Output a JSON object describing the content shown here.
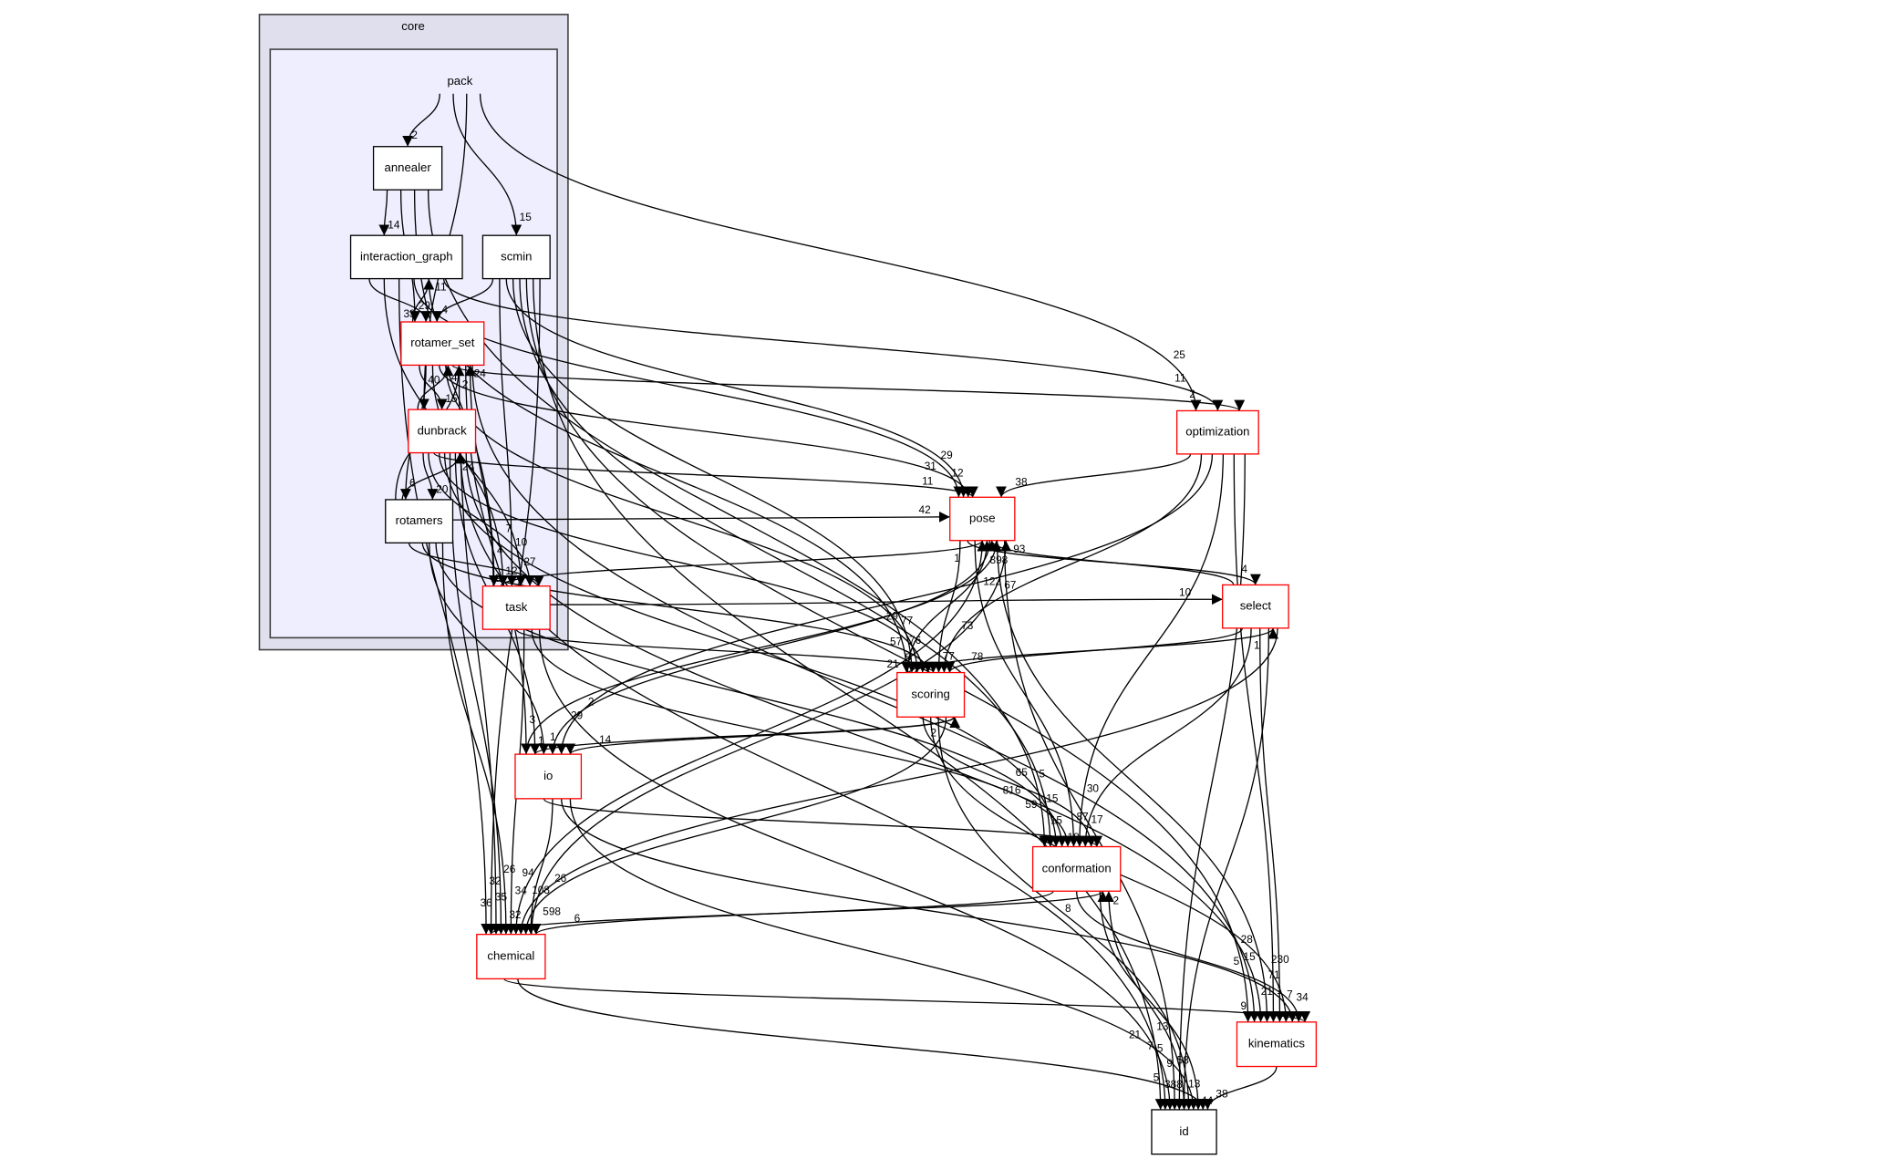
{
  "clusters": [
    {
      "id": "core",
      "label": "core",
      "fill": "#dfdfee",
      "stroke": "#404040"
    },
    {
      "id": "pack",
      "label": "pack",
      "fill": "#eeeeff",
      "stroke": "#404040"
    }
  ],
  "colors": {
    "edge": "#000000",
    "node_border_default": "#000000",
    "node_border_highlight": "#ff0000",
    "node_fill": "#ffffff"
  },
  "nodes": [
    {
      "id": "annealer",
      "label": "annealer",
      "border": "black"
    },
    {
      "id": "interaction_graph",
      "label": "interaction_graph",
      "border": "black"
    },
    {
      "id": "scmin",
      "label": "scmin",
      "border": "black"
    },
    {
      "id": "rotamer_set",
      "label": "rotamer_set",
      "border": "red"
    },
    {
      "id": "dunbrack",
      "label": "dunbrack",
      "border": "red"
    },
    {
      "id": "rotamers",
      "label": "rotamers",
      "border": "black"
    },
    {
      "id": "task",
      "label": "task",
      "border": "red"
    },
    {
      "id": "optimization",
      "label": "optimization",
      "border": "red"
    },
    {
      "id": "pose",
      "label": "pose",
      "border": "red"
    },
    {
      "id": "select",
      "label": "select",
      "border": "red"
    },
    {
      "id": "scoring",
      "label": "scoring",
      "border": "red"
    },
    {
      "id": "io",
      "label": "io",
      "border": "red"
    },
    {
      "id": "conformation",
      "label": "conformation",
      "border": "red"
    },
    {
      "id": "chemical",
      "label": "chemical",
      "border": "red"
    },
    {
      "id": "kinematics",
      "label": "kinematics",
      "border": "red"
    },
    {
      "id": "id",
      "label": "id",
      "border": "black"
    }
  ],
  "edges": [
    {
      "from": "pack",
      "to": "annealer",
      "label": "2"
    },
    {
      "from": "pack",
      "to": "scmin",
      "label": "15"
    },
    {
      "from": "pack",
      "to": "dunbrack",
      "label": "40"
    },
    {
      "from": "pack",
      "to": "optimization",
      "label": "25"
    },
    {
      "from": "annealer",
      "to": "interaction_graph",
      "label": "14"
    },
    {
      "from": "annealer",
      "to": "rotamer_set",
      "label": "29"
    },
    {
      "from": "annealer",
      "to": "task",
      "label": "4"
    },
    {
      "from": "annealer",
      "to": "conformation",
      "label": "5"
    },
    {
      "from": "interaction_graph",
      "to": "rotamer_set",
      "label": "33"
    },
    {
      "from": "rotamer_set",
      "to": "interaction_graph",
      "label": "11"
    },
    {
      "from": "interaction_graph",
      "to": "task",
      "label": "12"
    },
    {
      "from": "interaction_graph",
      "to": "chemical",
      "label": "32"
    },
    {
      "from": "interaction_graph",
      "to": "pose",
      "label": "29"
    },
    {
      "from": "interaction_graph",
      "to": "scoring",
      "label": "77"
    },
    {
      "from": "interaction_graph",
      "to": "optimization",
      "label": "11"
    },
    {
      "from": "scmin",
      "to": "rotamer_set",
      "label": "4"
    },
    {
      "from": "scmin",
      "to": "task",
      "label": "10"
    },
    {
      "from": "scmin",
      "to": "pose",
      "label": "12"
    },
    {
      "from": "scmin",
      "to": "scoring",
      "label": "76"
    },
    {
      "from": "scmin",
      "to": "conformation",
      "label": "15"
    },
    {
      "from": "scmin",
      "to": "kinematics",
      "label": "28"
    },
    {
      "from": "scmin",
      "to": "id",
      "label": "13"
    },
    {
      "from": "scmin",
      "to": "chemical",
      "label": "35"
    },
    {
      "from": "rotamer_set",
      "to": "dunbrack",
      "label": "15"
    },
    {
      "from": "dunbrack",
      "to": "rotamer_set",
      "label": "4"
    },
    {
      "from": "rotamer_set",
      "to": "rotamers",
      "label": "6"
    },
    {
      "from": "rotamers",
      "to": "rotamer_set",
      "label": "2"
    },
    {
      "from": "rotamer_set",
      "to": "task",
      "label": "27"
    },
    {
      "from": "task",
      "to": "rotamer_set",
      "label": "24"
    },
    {
      "from": "rotamer_set",
      "to": "pose",
      "label": "31"
    },
    {
      "from": "rotamer_set",
      "to": "scoring",
      "label": "57"
    },
    {
      "from": "rotamer_set",
      "to": "optimization",
      "label": "2"
    },
    {
      "from": "rotamer_set",
      "to": "chemical",
      "label": "36"
    },
    {
      "from": "rotamer_set",
      "to": "io",
      "label": "3"
    },
    {
      "from": "rotamer_set",
      "to": "kinematics",
      "label": "15"
    },
    {
      "from": "dunbrack",
      "to": "rotamers",
      "label": "20"
    },
    {
      "from": "rotamers",
      "to": "dunbrack",
      "label": "24"
    },
    {
      "from": "dunbrack",
      "to": "task",
      "label": "7"
    },
    {
      "from": "dunbrack",
      "to": "pose",
      "label": "11"
    },
    {
      "from": "dunbrack",
      "to": "scoring",
      "label": "29"
    },
    {
      "from": "dunbrack",
      "to": "conformation",
      "label": "59"
    },
    {
      "from": "dunbrack",
      "to": "chemical",
      "label": "26"
    },
    {
      "from": "dunbrack",
      "to": "io",
      "label": "1"
    },
    {
      "from": "dunbrack",
      "to": "id",
      "label": "5"
    },
    {
      "from": "dunbrack",
      "to": "kinematics",
      "label": "5"
    },
    {
      "from": "rotamers",
      "to": "task",
      "label": "9"
    },
    {
      "from": "rotamers",
      "to": "pose",
      "label": "42"
    },
    {
      "from": "rotamers",
      "to": "scoring",
      "label": "5"
    },
    {
      "from": "rotamers",
      "to": "io",
      "label": "1"
    },
    {
      "from": "rotamers",
      "to": "conformation",
      "label": "65"
    },
    {
      "from": "rotamers",
      "to": "chemical",
      "label": "32"
    },
    {
      "from": "task",
      "to": "pose",
      "label": "1"
    },
    {
      "from": "task",
      "to": "select",
      "label": "10"
    },
    {
      "from": "task",
      "to": "scoring",
      "label": "21"
    },
    {
      "from": "task",
      "to": "chemical",
      "label": "34"
    },
    {
      "from": "task",
      "to": "conformation",
      "label": "15"
    },
    {
      "from": "task",
      "to": "id",
      "label": "7"
    },
    {
      "from": "pose",
      "to": "scoring",
      "label": "77"
    },
    {
      "from": "scoring",
      "to": "pose",
      "label": "898"
    },
    {
      "from": "pose",
      "to": "select",
      "label": "4"
    },
    {
      "from": "select",
      "to": "pose",
      "label": "93"
    },
    {
      "from": "pose",
      "to": "conformation",
      "label": "87"
    },
    {
      "from": "pose",
      "to": "chemical",
      "label": "108"
    },
    {
      "from": "pose",
      "to": "io",
      "label": "29"
    },
    {
      "from": "io",
      "to": "pose",
      "label": "122"
    },
    {
      "from": "pose",
      "to": "kinematics",
      "label": "71"
    },
    {
      "from": "pose",
      "to": "id",
      "label": "58"
    },
    {
      "from": "optimization",
      "to": "pose",
      "label": "38"
    },
    {
      "from": "optimization",
      "to": "scoring",
      "label": "73"
    },
    {
      "from": "optimization",
      "to": "io",
      "label": "2"
    },
    {
      "from": "optimization",
      "to": "conformation",
      "label": "30"
    },
    {
      "from": "optimization",
      "to": "kinematics",
      "label": "1"
    },
    {
      "from": "optimization",
      "to": "id",
      "label": "9"
    },
    {
      "from": "select",
      "to": "scoring",
      "label": "78"
    },
    {
      "from": "scoring",
      "to": "select",
      "label": "1"
    },
    {
      "from": "select",
      "to": "conformation",
      "label": "17"
    },
    {
      "from": "select",
      "to": "kinematics",
      "label": "7"
    },
    {
      "from": "select",
      "to": "id",
      "label": "13"
    },
    {
      "from": "select",
      "to": "chemical",
      "label": "26"
    },
    {
      "from": "scoring",
      "to": "conformation",
      "label": "816"
    },
    {
      "from": "scoring",
      "to": "kinematics",
      "label": "230"
    },
    {
      "from": "scoring",
      "to": "id",
      "label": "388"
    },
    {
      "from": "scoring",
      "to": "chemical",
      "label": "598"
    },
    {
      "from": "scoring",
      "to": "io",
      "label": "14"
    },
    {
      "from": "io",
      "to": "scoring",
      "label": "2"
    },
    {
      "from": "io",
      "to": "conformation",
      "label": "18"
    },
    {
      "from": "io",
      "to": "chemical",
      "label": "94"
    },
    {
      "from": "io",
      "to": "kinematics",
      "label": "21"
    },
    {
      "from": "io",
      "to": "id",
      "label": "21"
    },
    {
      "from": "conformation",
      "to": "chemical",
      "label": "6"
    },
    {
      "from": "chemical",
      "to": "conformation",
      "label": "8"
    },
    {
      "from": "conformation",
      "to": "kinematics",
      "label": "34"
    },
    {
      "from": "conformation",
      "to": "id",
      "label": "44"
    },
    {
      "from": "id",
      "to": "conformation",
      "label": "2"
    },
    {
      "from": "chemical",
      "to": "kinematics",
      "label": "9"
    },
    {
      "from": "chemical",
      "to": "id",
      "label": "5"
    },
    {
      "from": "chemical",
      "to": "pose",
      "label": "67"
    },
    {
      "from": "kinematics",
      "to": "id",
      "label": "38"
    }
  ]
}
